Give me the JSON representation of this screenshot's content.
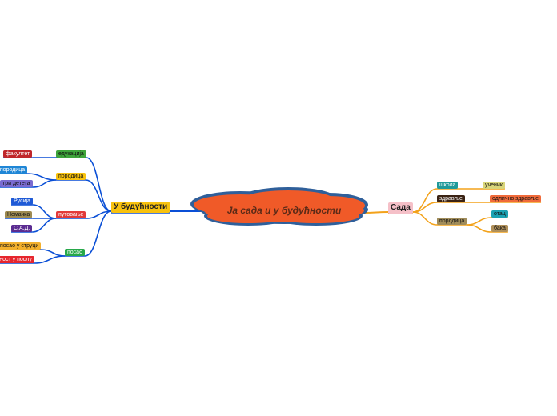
{
  "central": {
    "title": "Ја сада и у будућности",
    "fill": "#f05a28",
    "stroke": "#2f5f9a"
  },
  "future": {
    "label": "У будућности",
    "color": "#f8c20e",
    "line_color": "#0a4fd6",
    "branches": [
      {
        "label": "едукација",
        "color": "#3ea53b",
        "children": [
          {
            "label": "факултет",
            "color": "#c0262a"
          }
        ]
      },
      {
        "label": "породица",
        "color": "#f8c20e",
        "children": [
          {
            "label": "срећна породица",
            "color": "#1f86d6"
          },
          {
            "label": "три детета",
            "color": "#7a6bd0"
          }
        ]
      },
      {
        "label": "путовање",
        "color": "#e23a3a",
        "children": [
          {
            "label": "Русија",
            "color": "#1f5ad6"
          },
          {
            "label": "Немачка",
            "color": "#9e8b52"
          },
          {
            "label": "С.А.Д.",
            "color": "#5b2c91"
          }
        ]
      },
      {
        "label": "посао",
        "color": "#27a84a",
        "children": [
          {
            "label": "посао у струци",
            "color": "#f3b02c"
          },
          {
            "label": "успешност у послу",
            "color": "#e6262e"
          }
        ]
      }
    ]
  },
  "now": {
    "label": "Сада",
    "color": "#f5c0c8",
    "line_color": "#f3a21a",
    "branches": [
      {
        "label": "школа",
        "color": "#1f9a9a",
        "children": [
          {
            "label": "ученик",
            "color": "#d8d57a"
          }
        ]
      },
      {
        "label": "здравље",
        "color": "#3b2314",
        "children": [
          {
            "label": "одлично здравље",
            "color": "#f06a3a"
          }
        ]
      },
      {
        "label": "породица",
        "color": "#a08c5a",
        "children": [
          {
            "label": "отац",
            "color": "#1ba2b2"
          },
          {
            "label": "бака",
            "color": "#b0905a"
          }
        ]
      }
    ]
  }
}
